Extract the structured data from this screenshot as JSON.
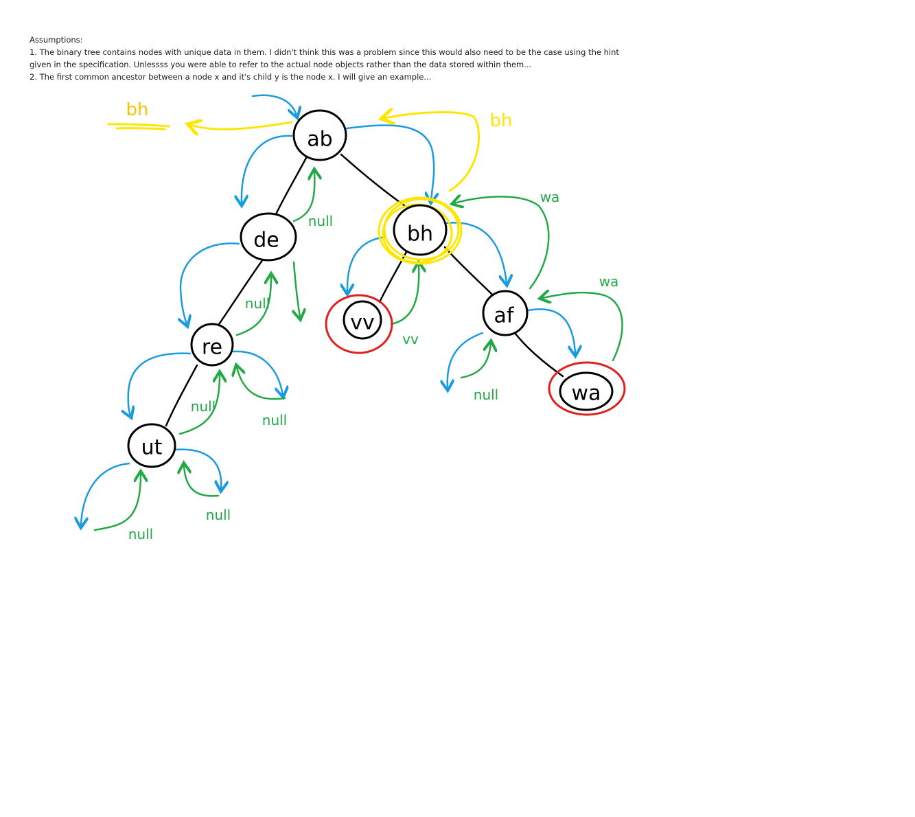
{
  "assumptions": {
    "heading": "Assumptions:",
    "line1": "1. The binary tree contains nodes with unique data in them. I didn't think this was a problem since this would also need to be the case using the hint",
    "line2": "given in the specification. Unlessss you were able to refer to the actual node objects rather than the data stored within them...",
    "line3": "2. The first common ancestor between a node x and it's child y is the node x. I will give an example..."
  },
  "tree": {
    "nodes": {
      "ab": "ab",
      "de": "de",
      "bh": "bh",
      "re": "re",
      "vv": "vv",
      "af": "af",
      "ut": "ut",
      "wa": "wa"
    }
  },
  "annotations": {
    "result_top_left": "bh",
    "result_top_right": "bh",
    "null_de": "null",
    "null_de_inner": "null",
    "null_re_right": "null",
    "null_re_up": "null",
    "null_ut_left": "null",
    "null_ut_right": "null",
    "null_af": "null",
    "vv_return": "vv",
    "wa_return_bh": "wa",
    "wa_return_af": "wa"
  },
  "colors": {
    "tree_edge": "#000000",
    "descend_arrow": "#1a9be0",
    "return_arrow": "#22a845",
    "result_highlight": "#ffe600",
    "target_circle": "#e0201c"
  }
}
